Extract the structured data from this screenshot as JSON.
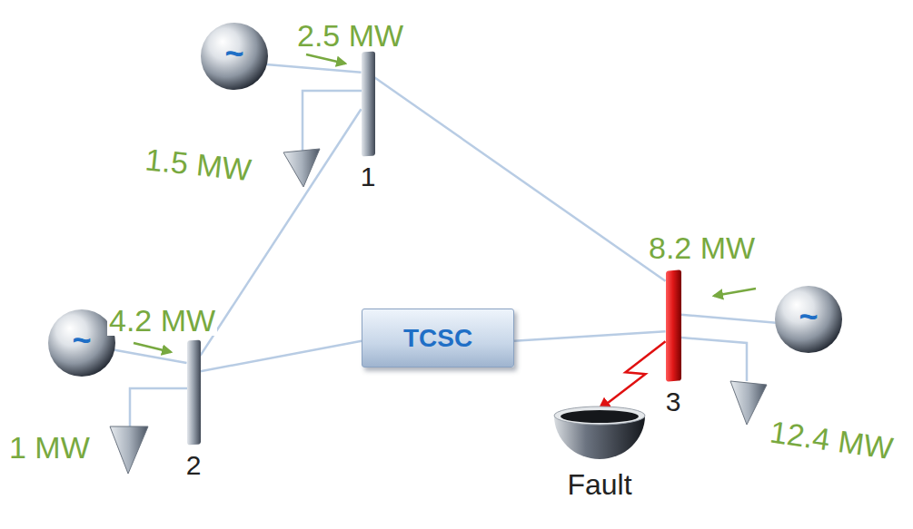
{
  "diagram": {
    "nodes": [
      {
        "text": [
          "~"
        ]
      },
      {
        "text": [
          "1"
        ]
      },
      {
        "text": [
          "~"
        ]
      },
      {
        "text": [
          "2"
        ]
      },
      {
        "text": [
          "TCSC"
        ]
      },
      {
        "text": [
          "3"
        ]
      },
      {
        "text": [
          "~"
        ]
      },
      {
        "text": [
          "Fault"
        ]
      }
    ],
    "edges": [
      {
        "from": 0,
        "to": 1,
        "arrow": "none"
      },
      {
        "from": 1,
        "to": 5,
        "arrow": "none"
      },
      {
        "from": 1,
        "to": 3,
        "arrow": "none"
      },
      {
        "from": 2,
        "to": 3,
        "arrow": "none"
      },
      {
        "from": 3,
        "to": 4,
        "arrow": "none"
      },
      {
        "from": 4,
        "to": 5,
        "arrow": "none"
      },
      {
        "from": 6,
        "to": 5,
        "arrow": "none"
      },
      {
        "from": 5,
        "to": 7,
        "arrow": "to"
      }
    ],
    "labels": [
      "2.5 MW",
      "1.5 MW",
      "4.2 MW",
      "1 MW",
      "8.2 MW",
      "12.4 MW"
    ]
  }
}
